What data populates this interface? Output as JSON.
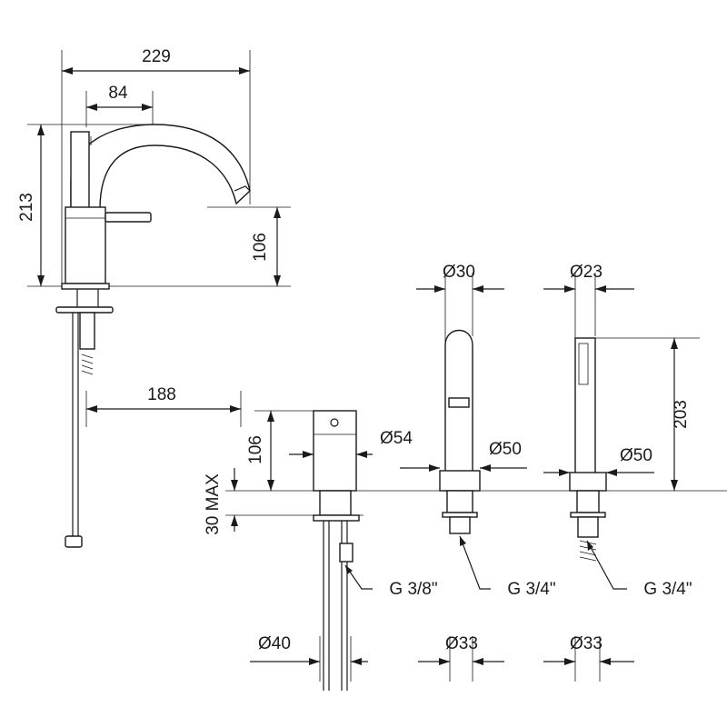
{
  "dimensions": {
    "width_total": "229",
    "width_spout": "84",
    "height_total": "213",
    "height_lever": "106",
    "reach": "188",
    "height_body": "106",
    "deck_max": "30 MAX",
    "dia_spout_top": "Ø30",
    "dia_shower_top": "Ø23",
    "dia_valve": "Ø54",
    "dia_spout_base": "Ø50",
    "dia_shower_base": "Ø50",
    "height_shower": "203",
    "dia_valve_bottom": "Ø40",
    "dia_spout_bottom": "Ø33",
    "dia_shower_bottom": "Ø33"
  },
  "connections": {
    "valve": "G 3/8\"",
    "spout": "G 3/4\"",
    "shower": "G  3/4\""
  }
}
